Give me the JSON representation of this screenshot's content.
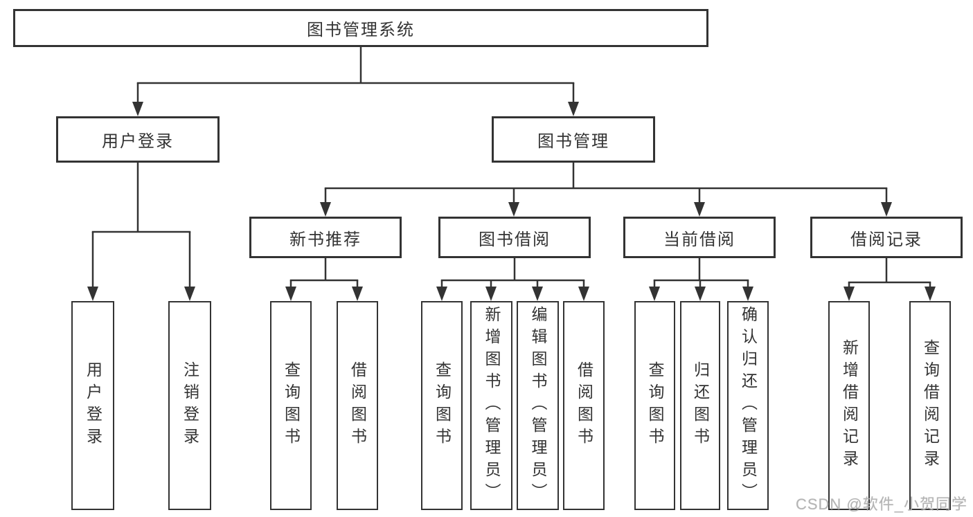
{
  "diagram": {
    "title_node": {
      "label": "图书管理系统"
    },
    "level2": [
      {
        "label": "用户登录"
      },
      {
        "label": "图书管理"
      }
    ],
    "level3": [
      {
        "label": "新书推荐"
      },
      {
        "label": "图书借阅"
      },
      {
        "label": "当前借阅"
      },
      {
        "label": "借阅记录"
      }
    ],
    "leaves": {
      "user_login": [
        "用户登录",
        "注销登录"
      ],
      "new_book": [
        "查询图书",
        "借阅图书"
      ],
      "book_borrow": [
        "查询图书",
        "新增图书（管理员）",
        "编辑图书（管理员）",
        "借阅图书"
      ],
      "current_borrow": [
        "查询图书",
        "归还图书",
        "确认归还（管理员）"
      ],
      "borrow_records": [
        "新增借阅记录",
        "查询借阅记录"
      ]
    },
    "colors": {
      "line": "#333333",
      "box_border": "#333333",
      "text": "#333333",
      "background": "#ffffff",
      "watermark": "#afafaf"
    }
  },
  "watermark": {
    "text": "CSDN @软件_小贺同学"
  }
}
